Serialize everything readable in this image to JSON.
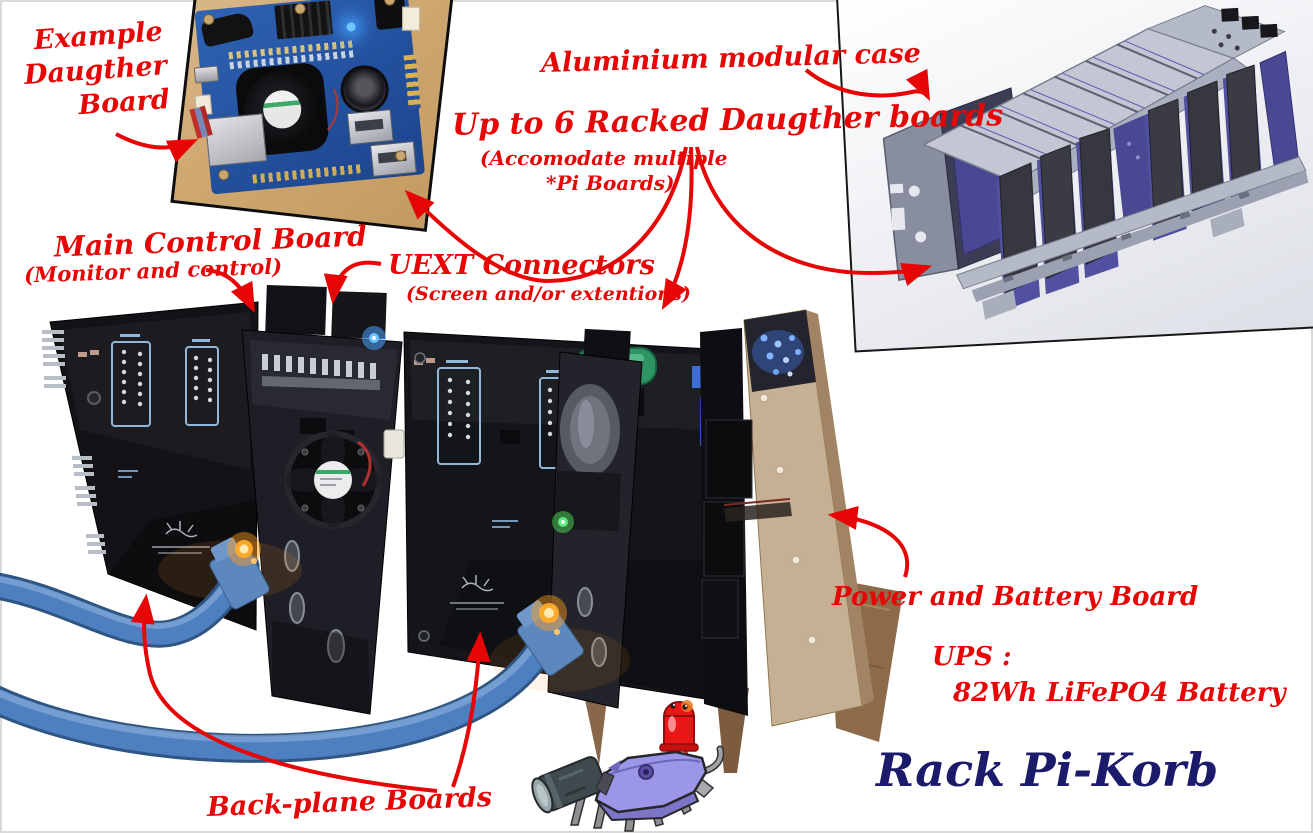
{
  "title": {
    "label": "Rack Pi-Korb",
    "color": "#1b1a6b"
  },
  "annotations": {
    "example_daughter_board": {
      "line1": "Example",
      "line2": "Daugther",
      "line3": "Board"
    },
    "aluminium_case": {
      "label": "Aluminium modular case"
    },
    "racked_boards": {
      "label": "Up to 6 Racked Daugther boards",
      "sub_line1": "(Accomodate multiple",
      "sub_line2": "*Pi Boards)"
    },
    "main_control_board": {
      "label": "Main Control Board",
      "sub": "(Monitor and control)"
    },
    "uext_connectors": {
      "label": "UEXT Connectors",
      "sub": "(Screen and/or extentions)"
    },
    "power_battery_board": {
      "label": "Power and Battery Board"
    },
    "ups": {
      "line1": "UPS :",
      "line2": "82Wh LiFePO4 Battery"
    },
    "backplane_boards": {
      "label": "Back-plane Boards"
    }
  },
  "figures": {
    "daughter_board_photo": "Example daughter board PCB with cooling fan",
    "cad_case_render": "Aluminium modular rack case CAD render",
    "assembly_photo": "Racked backplane boards with ethernet cables",
    "pcb_bug_mascot": "Cartoon PCB bug mascot with red LED"
  },
  "colors": {
    "annotation_red": "#e60606",
    "title_navy": "#1b1a6b",
    "pcb_blue": "#24509c",
    "cable_blue": "#4e7fc0",
    "case_grey": "#b8bdc9",
    "board_black": "#15161b",
    "wood_tan": "#8a6748"
  }
}
